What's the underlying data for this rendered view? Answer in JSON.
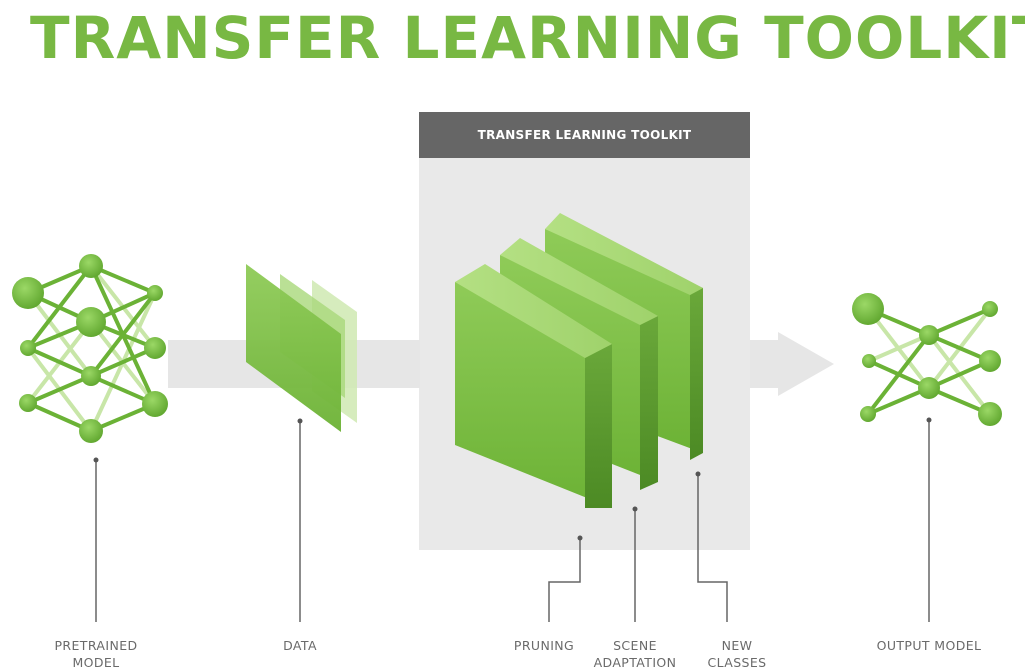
{
  "title": "TRANSFER LEARNING TOOLKIT",
  "colors": {
    "accent_green": "#78b843",
    "panel_gray": "#e9e9e9",
    "header_gray": "#666666",
    "arrow_gray": "#e6e6e6",
    "label_gray": "#6a6a6a"
  },
  "toolkit": {
    "header": "TRANSFER LEARNING TOOLKIT"
  },
  "stages": {
    "pretrained": {
      "line1": "PRETRAINED",
      "line2": "MODEL",
      "icon": "neural-network-icon"
    },
    "data": {
      "label": "DATA",
      "icon": "data-layers-icon"
    },
    "pruning": {
      "label": "PRUNING"
    },
    "scene": {
      "line1": "SCENE",
      "line2": "ADAPTATION"
    },
    "classes": {
      "line1": "NEW",
      "line2": "CLASSES"
    },
    "output": {
      "label": "OUTPUT MODEL",
      "icon": "output-network-icon"
    }
  }
}
